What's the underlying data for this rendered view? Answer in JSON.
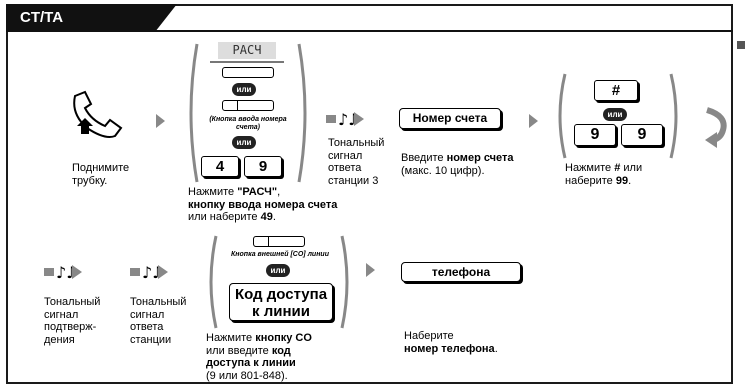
{
  "header": {
    "title": "CT/TA"
  },
  "row1": {
    "step1": {
      "caption": "Поднимите\nтрубку."
    },
    "step2": {
      "display": "РАСЧ",
      "or1": "или",
      "account_button_label": "(Кнопка ввода\nномера счета)",
      "or2": "или",
      "key_a": "4",
      "key_b": "9",
      "caption_part1": "Нажмите ",
      "caption_bold1": "\"РАСЧ\"",
      "caption_part2": ",",
      "caption_bold2": "кнопку ввода номера счета",
      "caption_part3": "или наберите ",
      "caption_bold3": "49",
      "caption_part4": "."
    },
    "tone1": {
      "caption": "Тональный\nсигнал\nответа\nстанции 3"
    },
    "step3": {
      "field": "Номер счета",
      "caption_part1": "Введите ",
      "caption_bold1": "номер счета",
      "caption_part2": "(макс. 10 цифр)."
    },
    "step4": {
      "key_hash": "#",
      "or": "или",
      "key_a": "9",
      "key_b": "9",
      "caption_part1": "Нажмите ",
      "caption_bold1": "#",
      "caption_part2": " или",
      "caption_part3": "наберите ",
      "caption_bold2": "99",
      "caption_part4": "."
    }
  },
  "row2": {
    "tone_confirm": {
      "caption": "Тональный\nсигнал\nподтверж-\nдения"
    },
    "tone_answer": {
      "caption": "Тональный\nсигнал\nответа\nстанции"
    },
    "step5": {
      "co_button_label": "Кнопка внешней [CO] линии",
      "or": "или",
      "access_code": "Код доступа\nк линии",
      "caption_part1": "Нажмите ",
      "caption_bold1": "кнопку CO",
      "caption_part2": "или введите ",
      "caption_bold2": "код",
      "caption_bold3": "доступа к линии",
      "caption_part3": "(9 или 801-848)."
    },
    "step6": {
      "field": "телефона",
      "caption_part1": "Наберите",
      "caption_bold1": "номер телефона",
      "caption_part2": "."
    }
  }
}
